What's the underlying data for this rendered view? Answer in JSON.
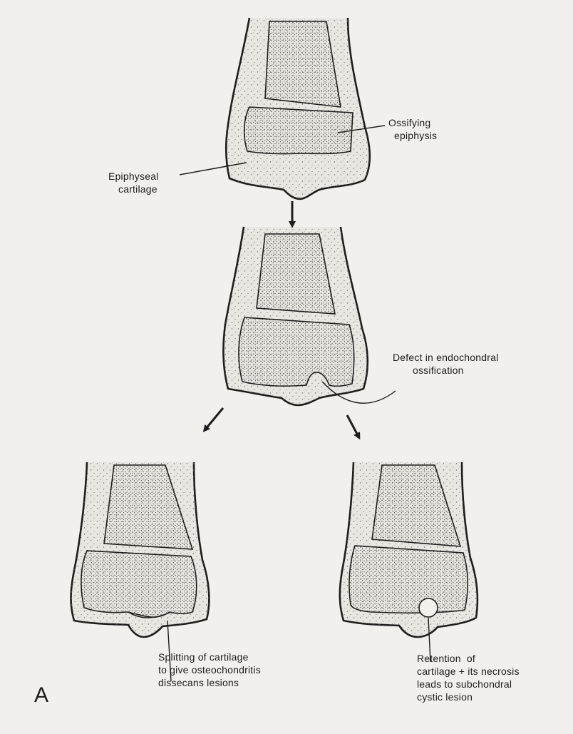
{
  "figure": {
    "panel_label": "A",
    "labels": {
      "ossifying_epiphysis": [
        "Ossifying",
        "epiphysis"
      ],
      "epiphyseal_cartilage": [
        "Epiphyseal",
        "cartilage"
      ],
      "defect": [
        "Defect in endochondral",
        "ossification"
      ],
      "splitting": [
        "Splitting of cartilage",
        "to give osteochondritis",
        "dissecans lesions"
      ],
      "retention": [
        "Retention  of",
        "cartilage + its necrosis",
        "leads to subchondral",
        "cystic lesion"
      ]
    },
    "colors": {
      "background": "#f1f0ec",
      "ink": "#1d1d1d",
      "fill": "#e6e4de",
      "stipple": "#6e6c66"
    }
  }
}
